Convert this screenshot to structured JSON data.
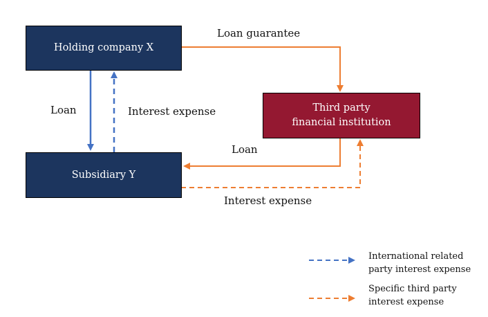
{
  "colors": {
    "navy": "#1c355e",
    "maroon": "#941831",
    "blue": "#4472c4",
    "orange": "#ed7d31"
  },
  "nodes": {
    "holding": "Holding company X",
    "third_party": "Third party financial institution",
    "subsidiary": "Subsidiary Y"
  },
  "edges": {
    "loan_guarantee": "Loan guarantee",
    "holding_loan": "Loan",
    "holding_interest": "Interest expense",
    "bank_loan": "Loan",
    "bank_interest": "Interest expense"
  },
  "legend": [
    {
      "line1": "International related",
      "line2": "party interest expense",
      "style": "dashed",
      "color": "#4472c4"
    },
    {
      "line1": "Specific third party",
      "line2": "interest expense",
      "style": "dashed",
      "color": "#ed7d31"
    }
  ]
}
